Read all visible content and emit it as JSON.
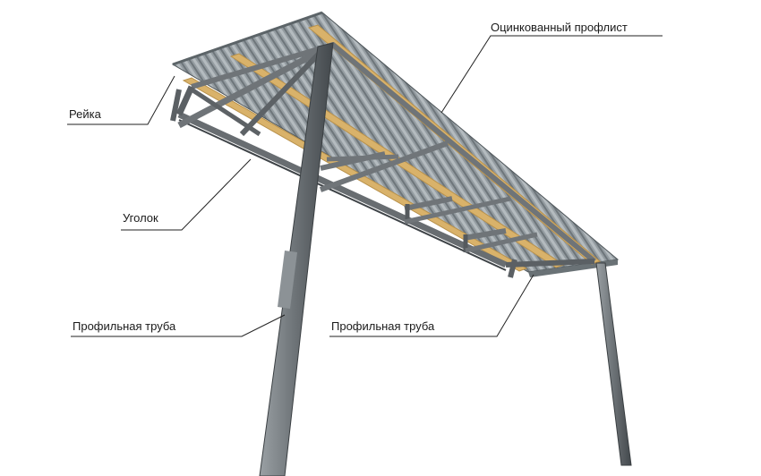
{
  "labels": {
    "profilist": "Оцинкованный профлист",
    "reika": "Рейка",
    "ugolok": "Уголок",
    "truba_left": "Профильная труба",
    "truba_right": "Профильная труба"
  },
  "colors": {
    "roof_sheet": "#8f979c",
    "roof_sheet_dark": "#5f676c",
    "batten": "#d9b26a",
    "frame_steel": "#6f7478",
    "frame_steel_dark": "#3f4448",
    "leader_line": "#222222",
    "label_text": "#1a1a1a"
  }
}
